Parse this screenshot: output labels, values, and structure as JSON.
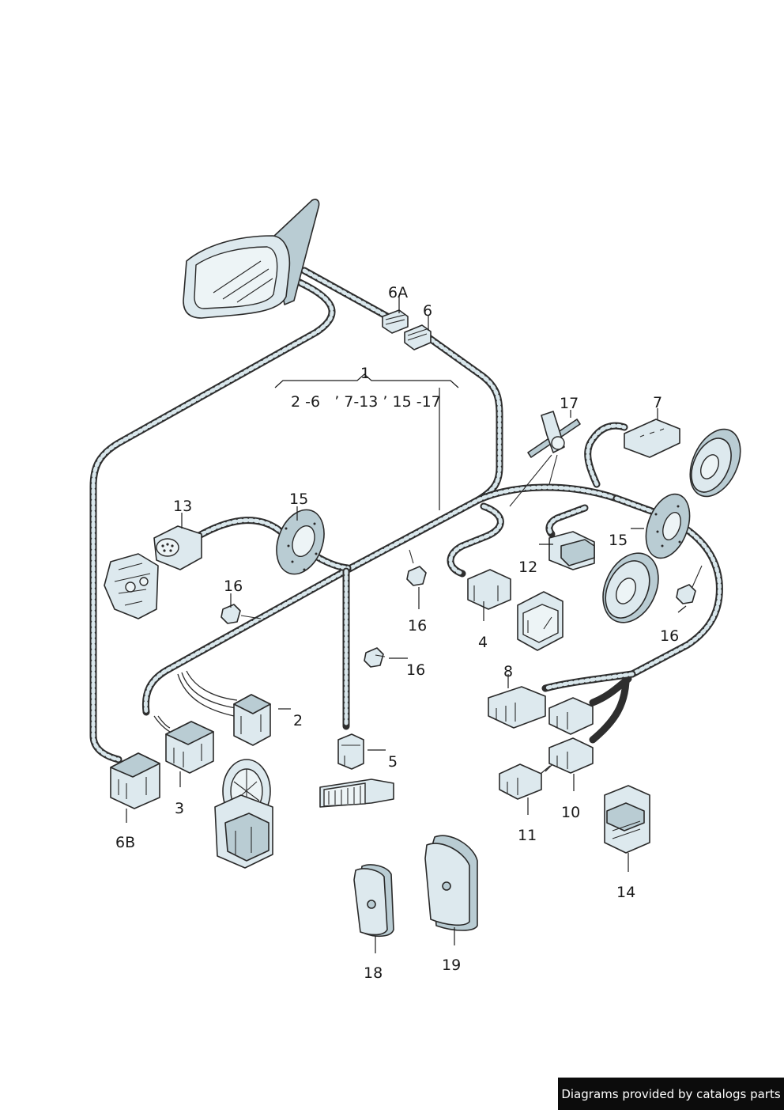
{
  "labels": {
    "l1": "1",
    "range": "2 -6   ’ 7-13 ’ 15 -17",
    "l2": "2",
    "l3": "3",
    "l4": "4",
    "l5": "5",
    "l6": "6",
    "l6a": "6A",
    "l6b": "6B",
    "l7": "7",
    "l8": "8",
    "l10": "10",
    "l11": "11",
    "l12": "12",
    "l13": "13",
    "l14": "14",
    "l15a": "15",
    "l15b": "15",
    "l16a": "16",
    "l16b": "16",
    "l16c": "16",
    "l16d": "16",
    "l17": "17",
    "l18": "18",
    "l19": "19"
  },
  "footer": {
    "credit": "Diagrams provided by catalogs parts"
  }
}
